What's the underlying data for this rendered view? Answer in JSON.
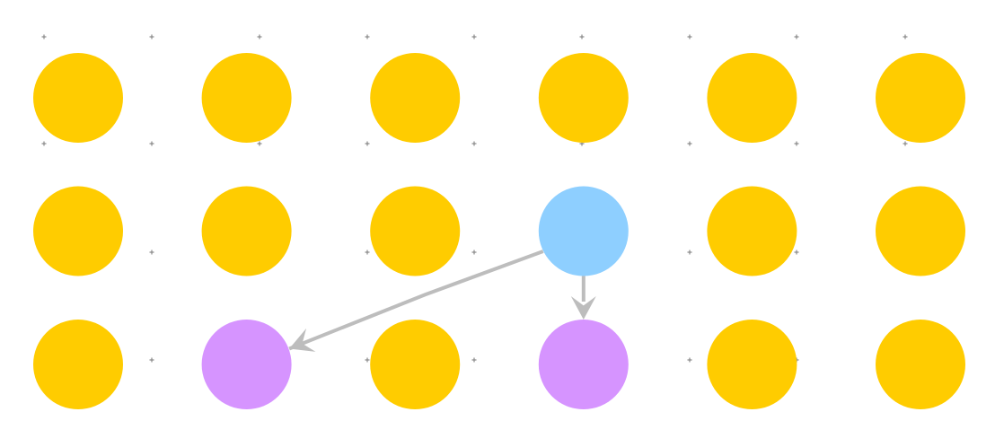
{
  "diagram": {
    "type": "node-grid",
    "rows": 3,
    "cols": 6,
    "colors": {
      "default_node": "#FFCC00",
      "source_node": "#8ECFFF",
      "target_node": "#D694FF",
      "edge": "#BDBDBD",
      "grid_marker": "#888888"
    },
    "nodes": [
      {
        "id": "n-0-0",
        "row": 0,
        "col": 0,
        "role": "default"
      },
      {
        "id": "n-0-1",
        "row": 0,
        "col": 1,
        "role": "default"
      },
      {
        "id": "n-0-2",
        "row": 0,
        "col": 2,
        "role": "default"
      },
      {
        "id": "n-0-3",
        "row": 0,
        "col": 3,
        "role": "default"
      },
      {
        "id": "n-0-4",
        "row": 0,
        "col": 4,
        "role": "default"
      },
      {
        "id": "n-0-5",
        "row": 0,
        "col": 5,
        "role": "default"
      },
      {
        "id": "n-1-0",
        "row": 1,
        "col": 0,
        "role": "default"
      },
      {
        "id": "n-1-1",
        "row": 1,
        "col": 1,
        "role": "default"
      },
      {
        "id": "n-1-2",
        "row": 1,
        "col": 2,
        "role": "default"
      },
      {
        "id": "n-1-3",
        "row": 1,
        "col": 3,
        "role": "source"
      },
      {
        "id": "n-1-4",
        "row": 1,
        "col": 4,
        "role": "default"
      },
      {
        "id": "n-1-5",
        "row": 1,
        "col": 5,
        "role": "default"
      },
      {
        "id": "n-2-0",
        "row": 2,
        "col": 0,
        "role": "default"
      },
      {
        "id": "n-2-1",
        "row": 2,
        "col": 1,
        "role": "target"
      },
      {
        "id": "n-2-2",
        "row": 2,
        "col": 2,
        "role": "default"
      },
      {
        "id": "n-2-3",
        "row": 2,
        "col": 3,
        "role": "target"
      },
      {
        "id": "n-2-4",
        "row": 2,
        "col": 4,
        "role": "default"
      },
      {
        "id": "n-2-5",
        "row": 2,
        "col": 5,
        "role": "default"
      }
    ],
    "edges": [
      {
        "id": "edge-to-n-2-1",
        "from": "n-1-3",
        "to": "n-2-1"
      },
      {
        "id": "edge-to-n-2-3",
        "from": "n-1-3",
        "to": "n-2-3"
      }
    ]
  }
}
